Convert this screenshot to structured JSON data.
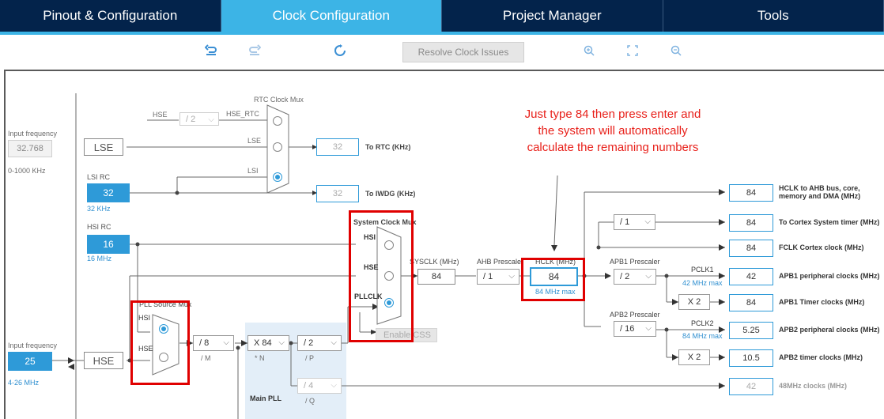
{
  "tabs": [
    {
      "label": "Pinout & Configuration",
      "active": false
    },
    {
      "label": "Clock Configuration",
      "active": true
    },
    {
      "label": "Project Manager",
      "active": false
    },
    {
      "label": "Tools",
      "active": false
    }
  ],
  "toolbar": {
    "resolve_label": "Resolve Clock Issues",
    "icons": [
      "undo-icon",
      "redo-icon",
      "reset-icon",
      "zoom-in-icon",
      "fit-to-screen-icon",
      "zoom-out-icon"
    ]
  },
  "annotation": {
    "lines": [
      "Just type 84 then press enter and",
      "the system will automatically",
      "calculate the remaining numbers"
    ],
    "color": "#e8201a"
  },
  "lse": {
    "input_label": "Input frequency",
    "value": "32.768",
    "range": "0-1000 KHz",
    "name": "LSE"
  },
  "lsi": {
    "title": "LSI RC",
    "value": "32",
    "unit": "32 KHz"
  },
  "hsi": {
    "title": "HSI RC",
    "value": "16",
    "unit": "16 MHz"
  },
  "hse": {
    "input_label": "Input frequency",
    "value": "25",
    "range": "4-26 MHz",
    "name": "HSE"
  },
  "rtc_mux": {
    "title": "RTC Clock Mux",
    "hse_label": "HSE",
    "hse_div": "/ 2",
    "hse_rtc_label": "HSE_RTC",
    "lse_label": "LSE",
    "lsi_label": "LSI",
    "rtc_value": "32",
    "rtc_label": "To RTC (KHz)",
    "iwdg_value": "32",
    "iwdg_label": "To IWDG (KHz)"
  },
  "pll_source_mux": {
    "title": "PLL Source Mux",
    "hsi_label": "HSI",
    "hse_label": "HSE"
  },
  "main_pll": {
    "title": "Main PLL",
    "m_value": "/ 8",
    "m_label": "/ M",
    "n_value": "X 84",
    "n_label": "* N",
    "p_value": "/ 2",
    "p_label": "/ P",
    "q_value": "/ 4",
    "q_label": "/ Q"
  },
  "system_clock_mux": {
    "title": "System Clock Mux",
    "hsi_label": "HSI",
    "hse_label": "HSE",
    "pllclk_label": "PLLCLK",
    "css_label": "Enable CSS"
  },
  "sysclk": {
    "label": "SYSCLK (MHz)",
    "value": "84"
  },
  "ahb_prescaler": {
    "label": "AHB Prescaler",
    "value": "/ 1"
  },
  "hclk": {
    "label": "HCLK (MHz)",
    "value": "84",
    "max": "84 MHz max"
  },
  "apb1": {
    "label": "APB1 Prescaler",
    "value": "/ 2",
    "pclk_label": "PCLK1",
    "pclk_max": "42 MHz max",
    "timer_mult": "X 2"
  },
  "apb2": {
    "label": "APB2 Prescaler",
    "value": "/ 16",
    "pclk_label": "PCLK2",
    "pclk_max": "84 MHz max",
    "timer_mult": "X 2"
  },
  "cortex_div": "/ 1",
  "outputs": [
    {
      "value": "84",
      "label": "HCLK to AHB bus, core, memory and DMA (MHz)"
    },
    {
      "value": "84",
      "label": "To Cortex System timer (MHz)"
    },
    {
      "value": "84",
      "label": "FCLK Cortex clock (MHz)"
    },
    {
      "value": "42",
      "label": "APB1 peripheral clocks (MHz)"
    },
    {
      "value": "84",
      "label": "APB1 Timer clocks (MHz)"
    },
    {
      "value": "5.25",
      "label": "APB2 peripheral clocks (MHz)"
    },
    {
      "value": "10.5",
      "label": "APB2 timer clocks (MHz)"
    },
    {
      "value": "42",
      "label": "48MHz clocks (MHz)"
    }
  ],
  "colors": {
    "tab_bg": "#03234b",
    "tab_active": "#3cb4e6",
    "accent": "#2e9ad8",
    "highlight": "#e00000"
  }
}
